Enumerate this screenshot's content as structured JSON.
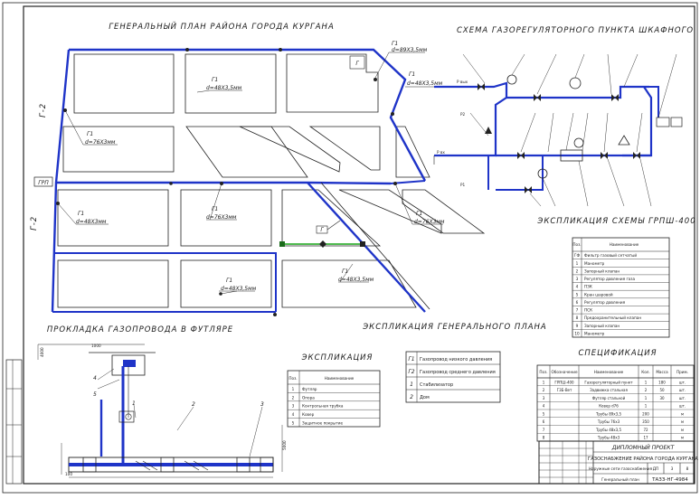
{
  "drawing": {
    "title_general_plan": "ГЕНЕРАЛЬНЫЙ ПЛАН РАЙОНА ГОРОДА КУРГАНА",
    "title_grpsh_scheme": "СХЕМА ГАЗОРЕГУЛЯТОРНОГО ПУНКТА ШКАФНОГО",
    "title_casing": "ПРОКЛАДКА ГАЗОПРОВОДА В ФУТЛЯРЕ",
    "title_expl_grpsh": "ЭКСПЛИКАЦИЯ СХЕМЫ ГРПШ-400",
    "title_expl_plan": "ЭКСПЛИКАЦИЯ ГЕНЕРАЛЬНОГО ПЛАНА",
    "title_expl_casing": "ЭКСПЛИКАЦИЯ",
    "title_spec": "СПЕЦИФИКАЦИЯ"
  },
  "plan": {
    "section_left": "Г-2",
    "section_left2": "Г-2",
    "grp_label": "ГРП",
    "building_mark": "Г",
    "pipe_labels": [
      {
        "name": "Г1",
        "spec": "d=89Х3,5мм"
      },
      {
        "name": "Г1",
        "spec": "d=48Х3,5мм"
      },
      {
        "name": "Г1",
        "spec": "d=48Х3,5мм"
      },
      {
        "name": "Г1",
        "spec": "d=76Х3мм"
      },
      {
        "name": "Г1",
        "spec": "d=48Х3мм"
      },
      {
        "name": "Г1",
        "spec": "d=76Х3мм"
      },
      {
        "name": "Г1",
        "spec": "d=76Х3мм"
      },
      {
        "name": "Г1",
        "spec": "d=48Х3,5мм"
      },
      {
        "name": "Г1",
        "spec": "d=48Х3,5мм"
      }
    ]
  },
  "grpsh": {
    "inlet_label": "Р вх",
    "outlet_label": "Р вых",
    "press_label": "Р1",
    "press_label2": "Р2"
  },
  "legend_plan": [
    {
      "code": "Г1",
      "text": "Газопровод низкого давления"
    },
    {
      "code": "Г2",
      "text": "Газопровод среднего давления"
    },
    {
      "code": "1",
      "text": "Стабилизатор"
    },
    {
      "code": "2",
      "text": "Дом"
    }
  ],
  "expl_grpsh": {
    "headers": [
      "Поз.",
      "Наименование"
    ],
    "rows": [
      {
        "pos": "ГФ",
        "name": "Фильтр газовый сетчатый"
      },
      {
        "pos": "1",
        "name": "Манометр"
      },
      {
        "pos": "2",
        "name": "Запорный клапан"
      },
      {
        "pos": "3",
        "name": "Регулятор давления газа"
      },
      {
        "pos": "4",
        "name": "ПЗК"
      },
      {
        "pos": "5",
        "name": "Кран шаровой"
      },
      {
        "pos": "6",
        "name": "Регулятор давления"
      },
      {
        "pos": "7",
        "name": "ПСК"
      },
      {
        "pos": "8",
        "name": "Предохранительный клапан"
      },
      {
        "pos": "9",
        "name": "Запорный клапан"
      },
      {
        "pos": "10",
        "name": "Манометр"
      }
    ]
  },
  "expl_casing": {
    "headers": [
      "Поз.",
      "Наименование"
    ],
    "rows": [
      {
        "pos": "1",
        "name": "Футляр"
      },
      {
        "pos": "2",
        "name": "Опора"
      },
      {
        "pos": "3",
        "name": "Контрольная трубка"
      },
      {
        "pos": "4",
        "name": "Ковер"
      },
      {
        "pos": "5",
        "name": "Защитное покрытие"
      }
    ]
  },
  "spec": {
    "headers": [
      "Поз.",
      "Обозначение",
      "Наименование",
      "Кол.",
      "Масса",
      "Прим."
    ],
    "rows": [
      {
        "pos": "1",
        "code": "ГРПШ-400",
        "name": "Газорегуляторный пункт",
        "qty": "1",
        "mass": "180",
        "note": "шт."
      },
      {
        "pos": "2",
        "code": "Г3Б-Вет",
        "name": "Задвижка стальная",
        "qty": "2",
        "mass": "50",
        "note": "шт."
      },
      {
        "pos": "3",
        "code": "",
        "name": "Футляр стальной",
        "qty": "1",
        "mass": "30",
        "note": "шт."
      },
      {
        "pos": "4",
        "code": "",
        "name": "Ковер d76",
        "qty": "1",
        "mass": "",
        "note": "шт."
      },
      {
        "pos": "5",
        "code": "",
        "name": "Трубы 89х3,5",
        "qty": "200",
        "mass": "",
        "note": "м"
      },
      {
        "pos": "6",
        "code": "",
        "name": "Трубы 76х3",
        "qty": "350",
        "mass": "",
        "note": "м"
      },
      {
        "pos": "7",
        "code": "",
        "name": "Трубы 48х3,5",
        "qty": "72",
        "mass": "",
        "note": "м"
      },
      {
        "pos": "8",
        "code": "",
        "name": "Трубы 48х3",
        "qty": "17",
        "mass": "",
        "note": "м"
      }
    ]
  },
  "stamp": {
    "project_type": "ДИПЛОМНЫЙ ПРОЕКТ",
    "project_title": "ГАЗОСНАБЖЕНИЕ РАЙОНА ГОРОДА КУРГАНА",
    "sheet_title": "Наружные сети газоснабжения",
    "sheet_content": "Генеральный план",
    "code": "ТАЗЗ-НГ-4984",
    "stage": "ДП",
    "sheet_no": "3",
    "sheets": "8"
  },
  "casing": {
    "dims": [
      "1000",
      "5000",
      "4000",
      "100"
    ],
    "callouts": [
      "1",
      "2",
      "3",
      "4",
      "5"
    ]
  }
}
